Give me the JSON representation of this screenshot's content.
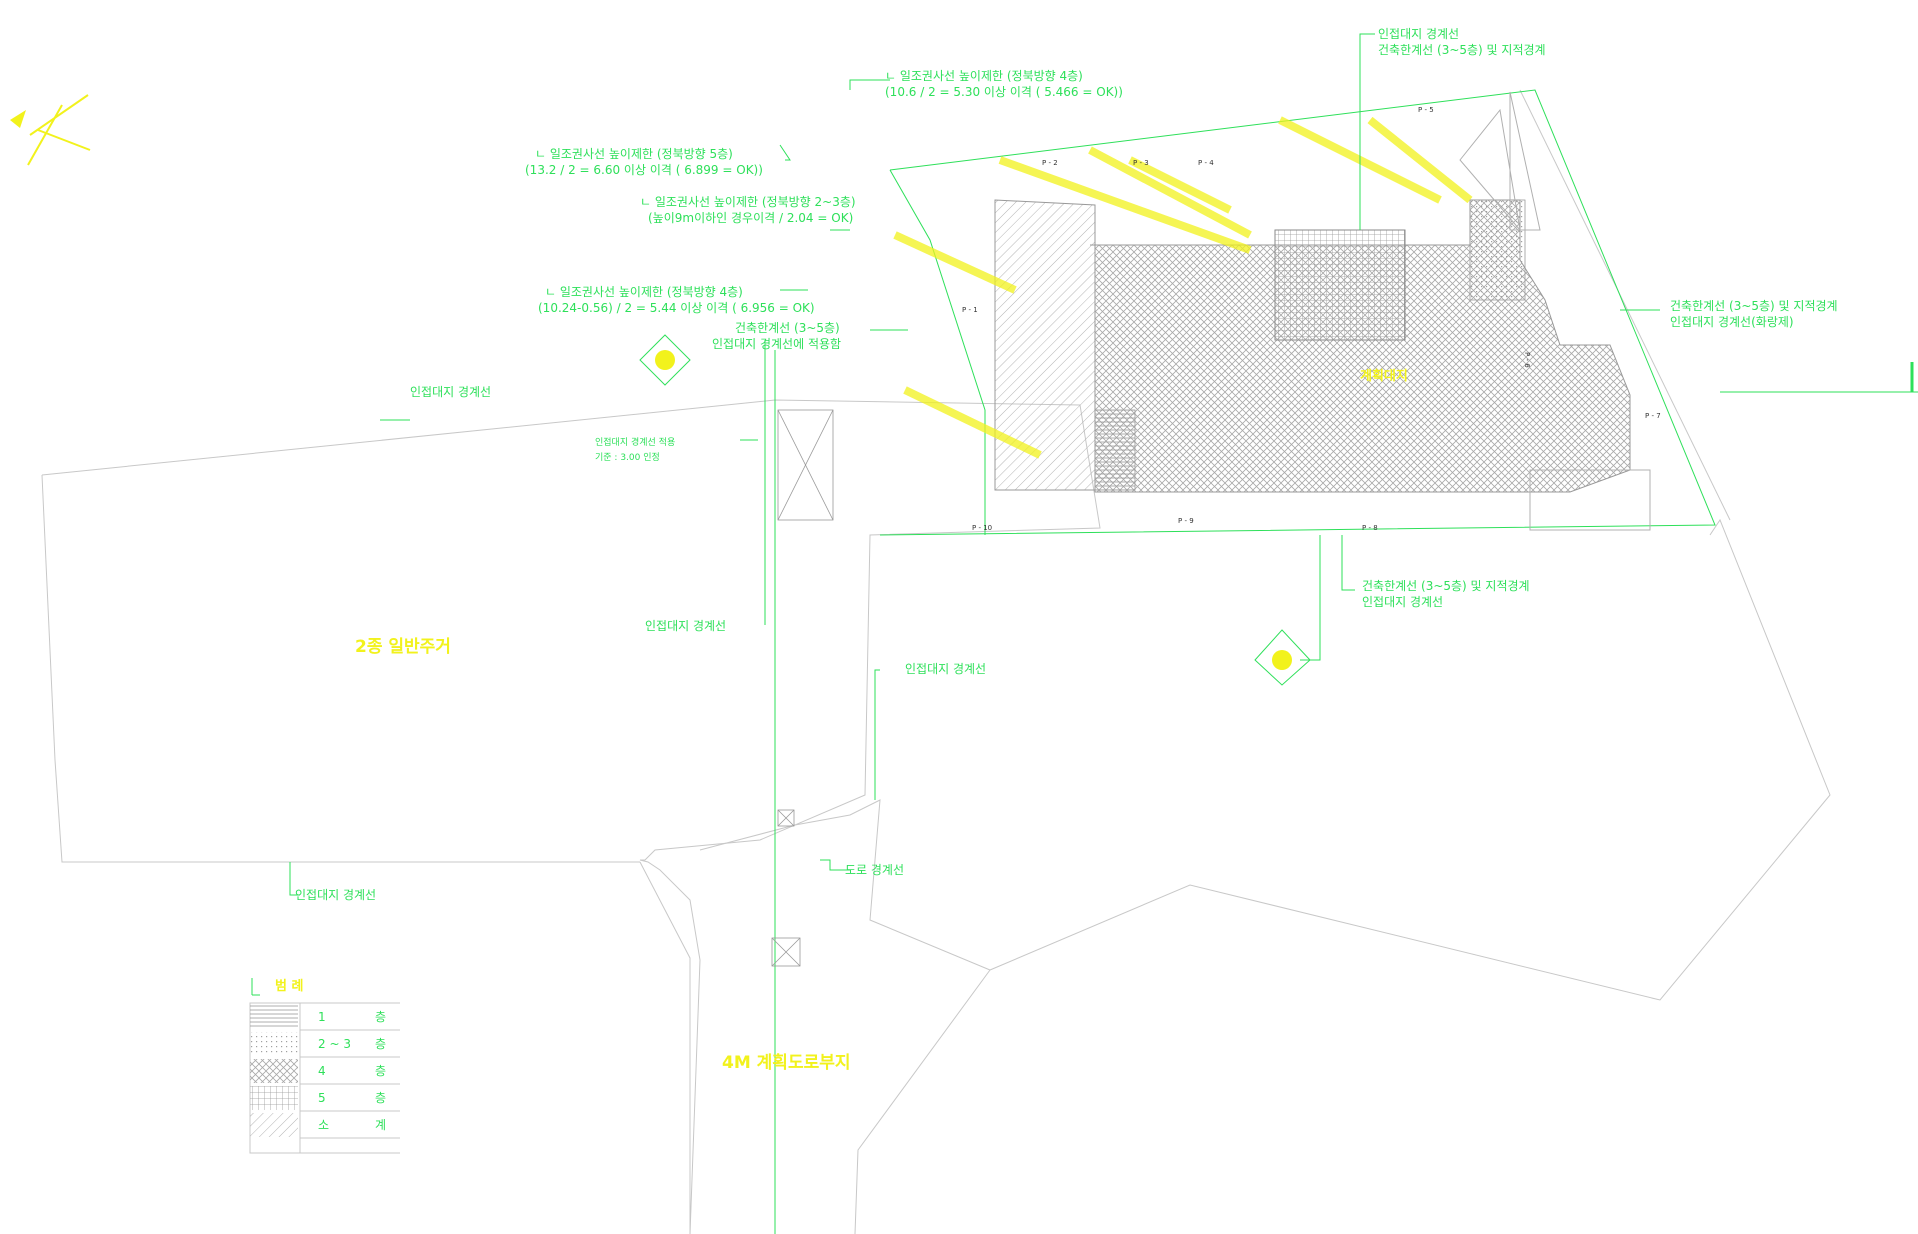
{
  "annotations": {
    "a1": [
      "ㄴ 일조권사선 높이제한 (정북방향 4층)",
      "(10.6 / 2 = 5.30 이상 이격 ( 5.466 = OK))"
    ],
    "a2": [
      "ㄴ 일조권사선 높이제한 (정북방향 5층)",
      "(13.2 / 2 = 6.60 이상 이격 ( 6.899 = OK))"
    ],
    "a3": [
      "ㄴ 일조권사선 높이제한 (정북방향 2~3층)",
      "(높이9m이하인 경우이격 / 2.04 = OK)"
    ],
    "a4": [
      "ㄴ 일조권사선 높이제한 (정북방향 4층)",
      "(10.24-0.56) / 2 = 5.44 이상 이격 ( 6.956 = OK)"
    ],
    "a5": [
      "건축한계선 (3~5층)",
      "인접대지 경계선에 적용함"
    ],
    "a6": [
      "인접대지 경계선",
      "건축한계선 (3~5층) 및 지적경계"
    ],
    "a7": [
      "건축한계선 (3~5층) 및 지적경계",
      "인접대지 경계선(화랑제)"
    ],
    "a8": [
      "건축한계선 (3~5층) 및 지적경계",
      "인접대지 경계선"
    ],
    "adj_line": "인접대지 경계선",
    "road_line": "도로 경계선",
    "boundary_note": [
      "인접대지 경계선 적용",
      "기준 : 3.00 인정"
    ]
  },
  "zones": {
    "left": "2종 일반주거",
    "bottom": "4M 계획도로부지",
    "site": "계획대지"
  },
  "points": [
    "P - 1",
    "P - 2",
    "P - 3",
    "P - 4",
    "P - 5",
    "P - 6",
    "P - 7",
    "P - 8",
    "P - 9",
    "P - 10"
  ],
  "legend": {
    "title": "범 례",
    "rows": [
      {
        "floor": "1",
        "unit": "층"
      },
      {
        "floor": "2 ~ 3",
        "unit": "층"
      },
      {
        "floor": "4",
        "unit": "층"
      },
      {
        "floor": "5",
        "unit": "층"
      },
      {
        "floor": "소",
        "unit": "계"
      }
    ]
  },
  "colors": {
    "annotation": "#2ee05a",
    "highlight": "#f2f21c",
    "building_hatch": "#b0b0b0"
  }
}
